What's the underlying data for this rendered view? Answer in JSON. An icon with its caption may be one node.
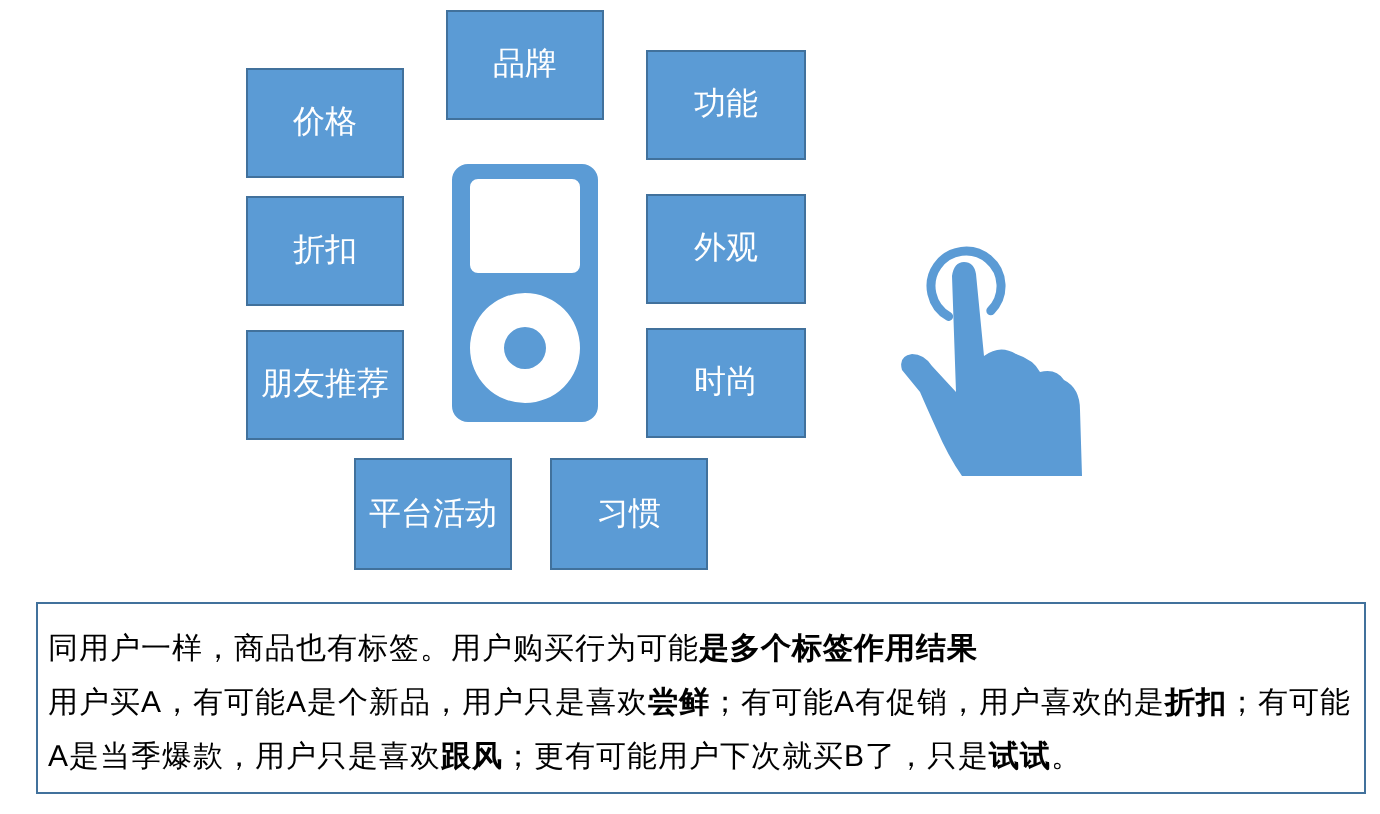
{
  "diagram": {
    "nodes": [
      {
        "text": [
          "价格"
        ]
      },
      {
        "text": [
          "品牌"
        ]
      },
      {
        "text": [
          "功能"
        ]
      },
      {
        "text": [
          "折扣"
        ]
      },
      {
        "text": [
          "外观"
        ]
      },
      {
        "text": [
          "朋友推荐"
        ]
      },
      {
        "text": [
          "时尚"
        ]
      },
      {
        "text": [
          "平台活动"
        ]
      },
      {
        "text": [
          "习惯"
        ]
      },
      {
        "text": [
          "同用户一样，商品也有标签。用户购买行为可能**是多个标签作用结果**",
          "用户买A，有可能A是个新品，用户只是喜欢**尝鲜**；有可能A有促销，用户喜欢的是**折扣**；有可能A是当季爆款，用户只是喜欢**跟风**；更有可能用户下次就买B了，只是**试试**。"
        ]
      }
    ]
  }
}
